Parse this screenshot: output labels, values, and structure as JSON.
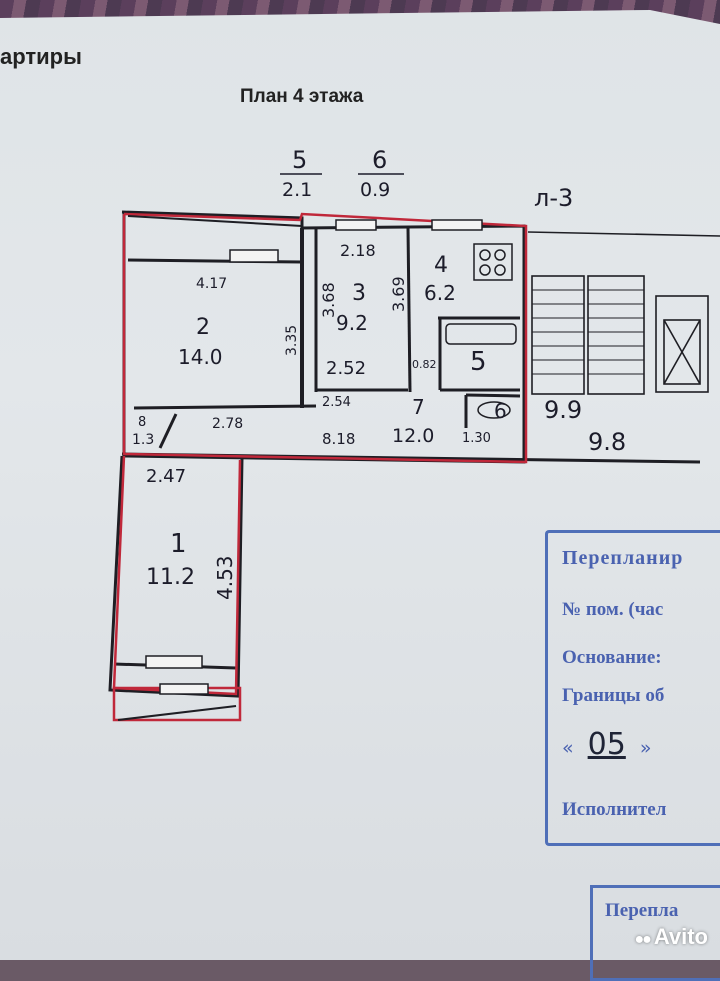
{
  "document": {
    "header_fragment": "артиры",
    "plan_title": "План 4  этажа"
  },
  "plan": {
    "balcony_labels": [
      {
        "num": "5",
        "area": "2.1"
      },
      {
        "num": "6",
        "area": "0.9"
      }
    ],
    "stair_label": "л-3",
    "rooms": [
      {
        "num": "1",
        "area": "11.2"
      },
      {
        "num": "2",
        "area": "14.0"
      },
      {
        "num": "3",
        "area": "9.2"
      },
      {
        "num": "4",
        "area": "6.2"
      },
      {
        "num": "5",
        "area": ""
      },
      {
        "num": "6",
        "area": ""
      },
      {
        "num": "7",
        "area": "12.0"
      },
      {
        "num": "8",
        "area": "1.3"
      }
    ],
    "dimensions": {
      "d_417": "4.17",
      "d_335": "3.35",
      "d_278": "2.78",
      "d_818": "8.18",
      "d_247": "2.47",
      "d_453": "4.53",
      "d_218": "2.18",
      "d_368": "3.68",
      "d_369": "3.69",
      "d_252": "2.52",
      "d_254": "2.54",
      "d_082": "0.82",
      "d_130": "1.30"
    },
    "stair_areas": [
      "9.9",
      "9.8"
    ]
  },
  "stamp": {
    "line1": "Перепланир",
    "line2": "№ пом. (час",
    "line3": "Основание:",
    "line4": "Границы об",
    "date_open": "«",
    "date_day": "05",
    "date_close": "»",
    "line6": "Исполнител"
  },
  "stamp2": {
    "line1": "Перепла"
  },
  "watermark": "Avito",
  "colors": {
    "wall": "#1e1e24",
    "red_outline": "#c0283a",
    "stamp_blue": "#4f6fb8"
  }
}
